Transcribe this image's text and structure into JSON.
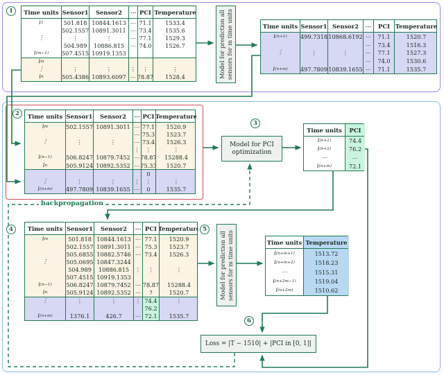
{
  "colors": {
    "green_line": "#1e7b53",
    "cream_section": "#fbf3e3",
    "lavender_section": "#d7d8f3",
    "mint_highlight": "#c9f4dd",
    "blue_highlight": "#b9d8f2",
    "model_box_bg": "#edf2ee",
    "purple_frame": "#998ae8",
    "blue_frame": "#86b9ec",
    "red_frame": "#cf4f5e"
  },
  "markers": {
    "m1": "1",
    "m2": "2",
    "m3": "3",
    "m4": "4",
    "m5": "5",
    "m6": "6"
  },
  "model_predict": {
    "line1": "Model for prediction all",
    "line2": "sensors for m time units"
  },
  "model_pci": {
    "line1": "Model for PCI",
    "line2": "optimization"
  },
  "backprop_label": "backpropagation",
  "loss_formula": "Loss = |T − 1510| + |PCI in [0, 1]|",
  "tables": {
    "t1": {
      "headers": [
        "Time units",
        "Sensor1",
        "Sensor2",
        "⋯",
        "PCI",
        "Temperature"
      ],
      "sections": [
        {
          "bg": "#ffffff",
          "rows": [
            [
              "i_1",
              "501.818",
              "10844.1613",
              "⋯",
              "71.1",
              "1533.4"
            ],
            [
              "",
              "502.1557",
              "10891.3011",
              "⋯",
              "73.4",
              "1535.6"
            ],
            [
              "⋮",
              "⋮",
              "⋮",
              "⋯",
              "77.1",
              "1529.3"
            ],
            [
              "",
              "504.989",
              "10886.815",
              "⋯",
              "74.0",
              "1526.7"
            ],
            [
              "i_(m−1)",
              "507.4515",
              "10919.1353",
              "",
              "",
              ""
            ]
          ]
        },
        {
          "bg": "#fbf3e3",
          "rows": [
            [
              "i_m",
              "",
              "",
              "",
              "",
              ""
            ],
            [
              "⋮",
              "⋮",
              "⋮",
              "⋮",
              "⋮",
              "⋮"
            ],
            [
              "i_n",
              "505.4386",
              "10893.6097",
              "⋯",
              "78.87",
              "1528.4"
            ]
          ]
        }
      ]
    },
    "tr": {
      "headers": [
        "Time units",
        "Sensor1",
        "Sensor2",
        "⋯",
        "PCI",
        "Temperature"
      ],
      "sections": [
        {
          "bg": "#d7d8f3",
          "rows": [
            [
              "i_(n+1)",
              "499.7318",
              "10868.6192",
              "⋯",
              "71.1",
              "1520.7"
            ],
            [
              "",
              "",
              "",
              "⋯",
              "73.4",
              "1516.3"
            ],
            [
              "⋮",
              "⋮",
              "⋮",
              "⋯",
              "77.1",
              "1527.3"
            ],
            [
              "",
              "",
              "",
              "⋯",
              "74.0",
              "1530.6"
            ],
            [
              "i_(n+m)",
              "497.7809",
              "10839.1655",
              "⋯",
              "71.1",
              "1535.7"
            ]
          ]
        }
      ]
    },
    "t2": {
      "headers": [
        "Time units",
        "Sensor1",
        "Sensor2",
        "⋯",
        "PCI",
        "Temperature"
      ],
      "sections": [
        {
          "bg": "#fbf3e3",
          "rows": [
            [
              "i_m",
              "502.1557",
              "10891.3011",
              "⋯",
              "77.1",
              "1520.9"
            ],
            [
              "",
              "",
              "",
              "⋯",
              "75.3",
              "1523.7"
            ],
            [
              "⋮",
              "⋮",
              "⋮",
              "⋯",
              "73.4",
              "1526.3"
            ],
            [
              "",
              "",
              "",
              "⋮",
              "⋮",
              "⋮"
            ],
            [
              "i_(n−1)",
              "506.8247",
              "10879.7452",
              "⋯",
              "78.87",
              "15288.4"
            ],
            [
              "i_n",
              "505.9124",
              "10892.5352",
              "⋯",
              "75.33",
              "1520.7"
            ]
          ]
        },
        {
          "bg": "#d7d8f3",
          "rows": [
            [
              "",
              "",
              "",
              "",
              "0",
              ""
            ],
            [
              "⋮",
              "⋮",
              "⋮",
              "⋮",
              "⋮",
              "⋮"
            ],
            [
              "i_(n+m)",
              "497.7809",
              "10839.1655",
              "⋯",
              "0",
              "1535.7"
            ]
          ]
        }
      ]
    },
    "t4": {
      "headers": [
        "Time units",
        "Sensor1",
        "Sensor2",
        "⋯",
        "PCI",
        "Temperature"
      ],
      "sections": [
        {
          "bg": "#fbf3e3",
          "rows": [
            [
              "i_m",
              "501.818",
              "10844.1613",
              "⋯",
              "77.1",
              "1520.9"
            ],
            [
              "",
              "502.1557",
              "10891.3011",
              "⋯",
              "75.3",
              "1523.7"
            ],
            [
              "",
              "505.6855",
              "10882.5746",
              "⋯",
              "73.4",
              "1526.3"
            ],
            [
              "⋮",
              "505.0695",
              "10847.3244",
              "",
              "",
              ""
            ],
            [
              "",
              "504.989",
              "10886.815",
              "⋮",
              "⋮",
              "⋮"
            ],
            [
              "",
              "507.4515",
              "10919.1353",
              "",
              "",
              ""
            ],
            [
              "i_(n−1)",
              "506.8247",
              "10879.7452",
              "⋯",
              "78.87",
              "15288.4"
            ],
            [
              "i_n",
              "505.9124",
              "10892.5352",
              "⋯",
              "?",
              "1520.7"
            ]
          ]
        },
        {
          "bg": "#d7d8f3",
          "highlight": {
            "col": 4,
            "bg": "#c9f4dd"
          },
          "rows": [
            [
              "⋮",
              "⋮",
              "⋮",
              "⋮",
              "74.4",
              "⋮"
            ],
            [
              "",
              "",
              "",
              "",
              "76.2",
              ""
            ],
            [
              "i_(n+m)",
              "1376.1",
              "426.7",
              "⋯",
              "72.1",
              "1535.7"
            ]
          ]
        }
      ]
    },
    "pci": {
      "headers": [
        "Time units",
        "PCI"
      ],
      "value_col": 1,
      "value_bg": "#c9f4dd",
      "sections": [
        {
          "bg": "#ffffff",
          "rows": [
            [
              "i_(n+1)",
              "74.4"
            ],
            [
              "i_(n+2)",
              "76.2"
            ],
            [
              "⋯",
              "⋯"
            ],
            [
              "i_(n+m)",
              "72.1"
            ]
          ]
        }
      ]
    },
    "temp": {
      "headers": [
        "Time units",
        "Temperature"
      ],
      "value_col": 1,
      "value_bg": "#b9d8f2",
      "sections": [
        {
          "bg": "#ffffff",
          "rows": [
            [
              "i_(n+m+1)",
              "1513.72"
            ],
            [
              "i_(n+m+2)",
              "1518.23"
            ],
            [
              "⋯",
              "1515.31"
            ],
            [
              "i_(n+2m−1)",
              "1519.04"
            ],
            [
              "i_(n+2m)",
              "1510.62"
            ]
          ]
        }
      ]
    }
  }
}
